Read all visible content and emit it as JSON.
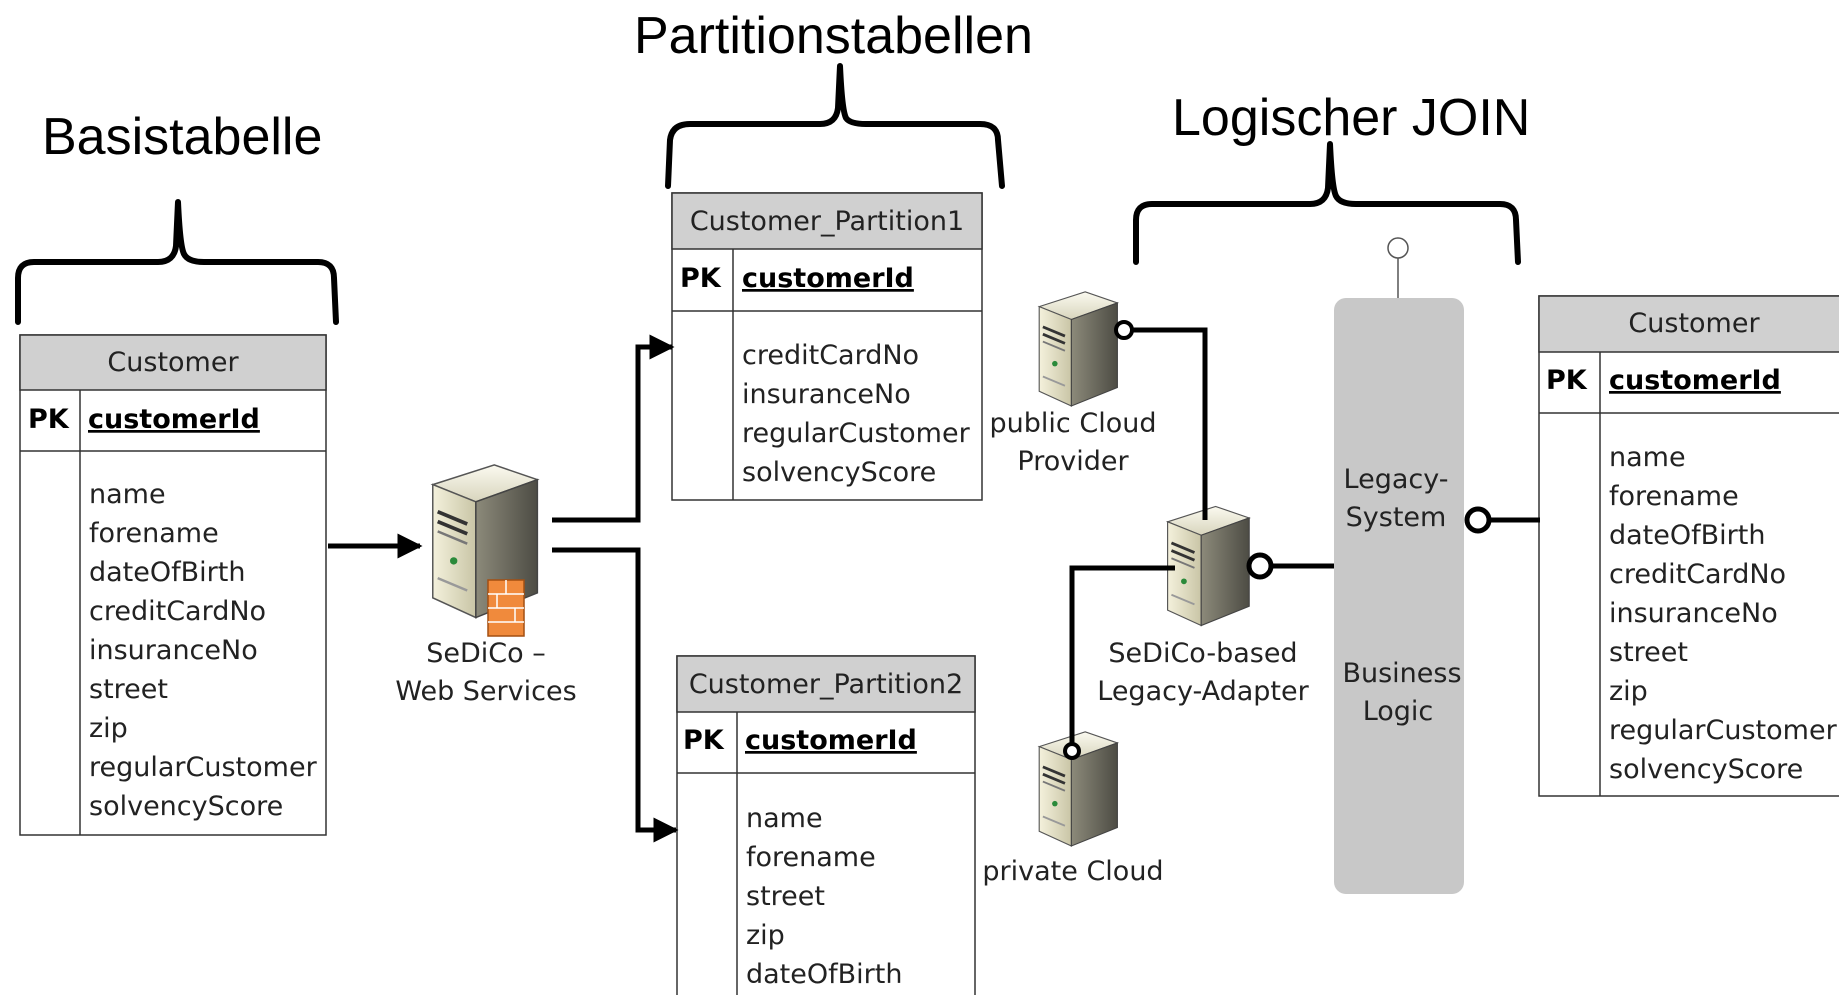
{
  "headers": {
    "base": "Basistabelle",
    "partitions": "Partitionstabellen",
    "join": "Logischer JOIN"
  },
  "tables": {
    "base": {
      "title": "Customer",
      "pk_label": "PK",
      "key": "customerId",
      "fields": [
        "name",
        "forename",
        "dateOfBirth",
        "creditCardNo",
        "insuranceNo",
        "street",
        "zip",
        "regularCustomer",
        "solvencyScore"
      ]
    },
    "partition1": {
      "title": "Customer_Partition1",
      "pk_label": "PK",
      "key": "customerId",
      "fields": [
        "creditCardNo",
        "insuranceNo",
        "regularCustomer",
        "solvencyScore"
      ]
    },
    "partition2": {
      "title": "Customer_Partition2",
      "pk_label": "PK",
      "key": "customerId",
      "fields": [
        "name",
        "forename",
        "street",
        "zip",
        "dateOfBirth"
      ]
    },
    "joined": {
      "title": "Customer",
      "pk_label": "PK",
      "key": "customerId",
      "fields": [
        "name",
        "forename",
        "dateOfBirth",
        "creditCardNo",
        "insuranceNo",
        "street",
        "zip",
        "regularCustomer",
        "solvencyScore"
      ]
    }
  },
  "servers": {
    "web_services": [
      "SeDiCo –",
      "Web Services"
    ],
    "public_cloud": [
      "public Cloud",
      "Provider"
    ],
    "private_cloud": [
      "private Cloud"
    ],
    "adapter": [
      "SeDiCo-based",
      "Legacy-Adapter"
    ]
  },
  "legacy": {
    "system": [
      "Legacy-",
      "System"
    ],
    "logic": [
      "Business",
      "Logic"
    ]
  },
  "icons": [
    "server-icon",
    "firewall-icon",
    "interface-lollipop-icon",
    "arrow-icon"
  ]
}
